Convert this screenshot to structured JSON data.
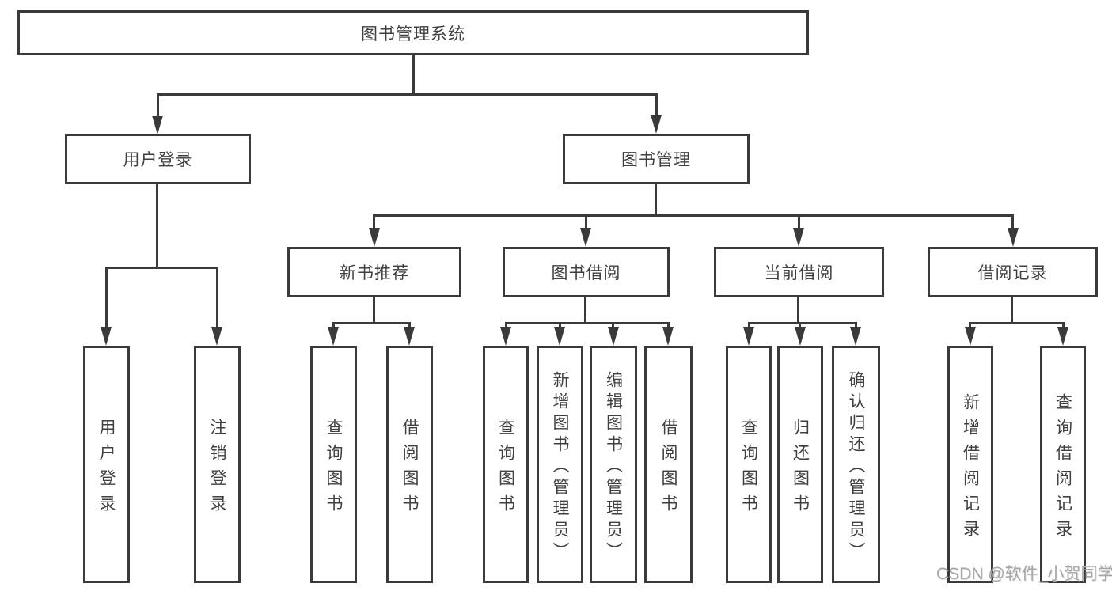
{
  "diagram": {
    "root": {
      "label": "图书管理系统"
    },
    "level2": [
      {
        "label": "用户登录"
      },
      {
        "label": "图书管理"
      }
    ],
    "level3": [
      {
        "label": "新书推荐"
      },
      {
        "label": "图书借阅"
      },
      {
        "label": "当前借阅"
      },
      {
        "label": "借阅记录"
      }
    ],
    "leaves": {
      "user_login": [
        "用户登录",
        "注销登录"
      ],
      "new_book": [
        "查询图书",
        "借阅图书"
      ],
      "book_borrow": [
        "查询图书",
        "新增图书（管理员）",
        "编辑图书（管理员）",
        "借阅图书"
      ],
      "current_borrow": [
        "查询图书",
        "归还图书",
        "确认归还（管理员）"
      ],
      "borrow_record": [
        "新增借阅记录",
        "查询借阅记录"
      ]
    },
    "colors": {
      "line": "#3a3a3a",
      "text": "#3f3f3f",
      "background": "#ffffff",
      "watermark": "#9e9e9e"
    }
  },
  "watermark": {
    "text": "CSDN @软件_小贺同学"
  }
}
